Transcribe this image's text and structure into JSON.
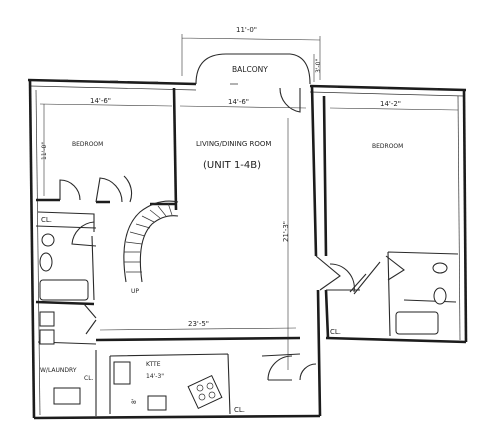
{
  "floor_plan": {
    "balcony": {
      "label": "BALCONY",
      "width_dim": "11'-0\"",
      "depth_dim": "3'-0\""
    },
    "living": {
      "label": "LIVING/DINING ROOM",
      "unit": "(UNIT 1-4B)",
      "width_dim": "14'-6\"",
      "length_dim": "21'-3\"",
      "lower_dim": "23'-5\""
    },
    "bedroom_left": {
      "label": "BEDROOM",
      "width_dim": "14'-6\"",
      "depth_dim": "11'-0\""
    },
    "bedroom_right": {
      "label": "BEDROOM",
      "width_dim": "14'-2\""
    },
    "closets": {
      "left": "CL.",
      "right": "CL.",
      "kitchen": "CL."
    },
    "stair": {
      "label": "UP"
    },
    "kitchen": {
      "label": "KTTE",
      "dim": "14'-3\"",
      "side_dim": "8'"
    },
    "laundry": {
      "label": "W/LAUNDRY",
      "sub": "CL."
    }
  }
}
